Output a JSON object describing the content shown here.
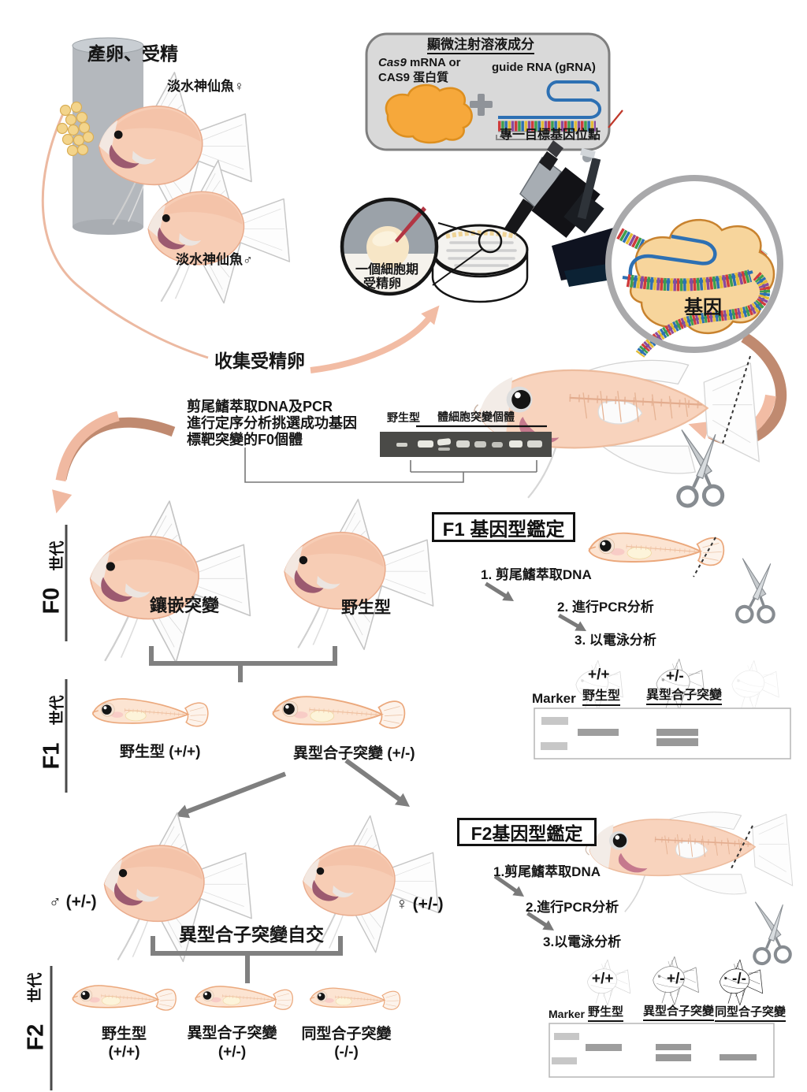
{
  "spawn": {
    "title": "產卵、受精",
    "female_label": "淡水神仙魚♀",
    "male_label": "淡水神仙魚♂"
  },
  "injection_box": {
    "title": "顯微注射溶液成分",
    "cas9_name": "Cas9",
    "cas9_line1_rest": " mRNA or",
    "cas9_line2": "CAS9 蛋白質",
    "plus_sign": "+",
    "grna_label": "guide RNA (gRNA)",
    "target_label": "專一目標基因位點"
  },
  "egg_magnifier": {
    "line1": "一個細胞期",
    "line2": "受精卵"
  },
  "gene_circle": {
    "label": "基因"
  },
  "collect_label": "收集受精卵",
  "f0_screening": {
    "line1": "剪尾鰭萃取DNA及PCR",
    "line2": "進行定序分析挑選成功基因",
    "line3": "標靶突變的F0個體"
  },
  "f0_gel": {
    "wild_label": "野生型",
    "somatic_label": "體細胞突變個體"
  },
  "f0_row": {
    "generation": "F0",
    "generation_suffix": "世代",
    "mosaic_label": "鑲嵌突變",
    "wild_label": "野生型"
  },
  "f1_panel": {
    "title": "F1 基因型鑑定",
    "step1": "1. 剪尾鰭萃取DNA",
    "step2": "2. 進行PCR分析",
    "step3": "3. 以電泳分析"
  },
  "f1_gel": {
    "marker_label": "Marker",
    "genotype1": "+/+",
    "lane1_label": "野生型",
    "genotype2": "+/-",
    "lane2_label": "異型合子突變"
  },
  "f1_row": {
    "generation": "F1",
    "generation_suffix": "世代",
    "wild_label": "野生型 (+/+)",
    "het_label": "異型合子突變 (+/-)"
  },
  "cross_row": {
    "male_label": "♂ (+/-)",
    "female_label": "♀ (+/-)",
    "cross_label": "異型合子突變自交"
  },
  "f2_panel": {
    "title": "F2基因型鑑定",
    "step1": "1.剪尾鰭萃取DNA",
    "step2": "2.進行PCR分析",
    "step3": "3.以電泳分析"
  },
  "f2_row": {
    "generation": "F2",
    "generation_suffix": "世代",
    "wild_label": "野生型",
    "wild_genotype": "(+/+)",
    "het_label": "異型合子突變",
    "het_genotype": "(+/-)",
    "homo_label": "同型合子突變",
    "homo_genotype": "(-/-)"
  },
  "f2_gel": {
    "marker_label": "Marker",
    "genotype1": "+/+",
    "lane1_label": "野生型",
    "genotype2": "+/-",
    "lane2_label": "異型合子突變",
    "genotype3": "-/-",
    "lane3_label": "同型合子突變"
  }
}
